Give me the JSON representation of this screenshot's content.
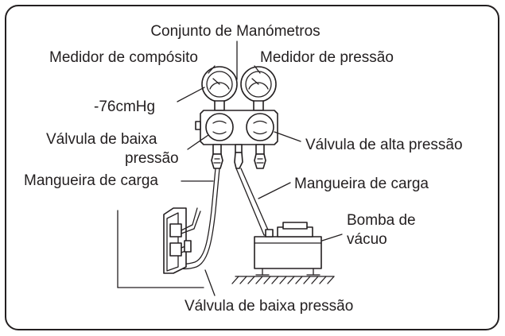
{
  "labels": {
    "manifold": "Conjunto de Manómetros",
    "compound_gauge": "Medidor de compósito",
    "pressure_gauge": "Medidor de pressão",
    "reading": "-76cmHg",
    "low_valve_line1": "Válvula de baixa",
    "low_valve_line2": "pressão",
    "high_valve": "Válvula de alta pressão",
    "charge_hose_left": "Mangueira de carga",
    "charge_hose_right": "Mangueira de carga",
    "vacuum_pump_line1": "Bomba de",
    "vacuum_pump_line2": "vácuo",
    "bottom_valve": "Válvula de baixa pressão"
  },
  "colors": {
    "line": "#231f20",
    "background": "#ffffff"
  }
}
